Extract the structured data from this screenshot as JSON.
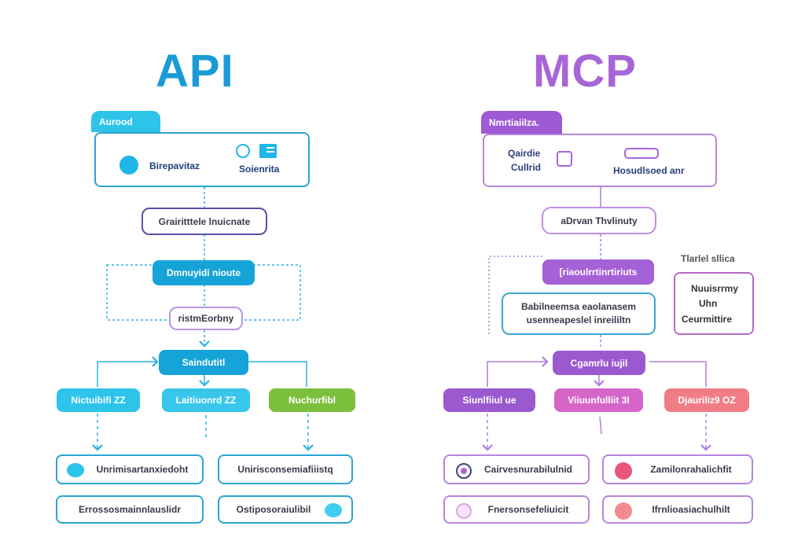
{
  "api": {
    "title": "API",
    "accent": "#1a9bd6",
    "header_tab": "Aurood",
    "panel": {
      "left_label": "Birepavitaz",
      "right_label": "Soienrita"
    },
    "node_1": "Grairitttele lnuicnate",
    "node_2": "Dmnuyidi nioute",
    "node_3": "ristmEorbny",
    "node_4": "Saindutitl",
    "branches": [
      {
        "label": "Nictuibifi ZZ",
        "color": "#2ec4ea"
      },
      {
        "label": "Laitiuonrd ZZ",
        "color": "#38c6ea"
      },
      {
        "label": "Nuchurfibl",
        "color": "#7cbf3c"
      }
    ],
    "outputs": [
      {
        "label": "Unrimisartanxiedoht",
        "has_dot": true
      },
      {
        "label": "Unirisconsemiafiiistq",
        "has_dot": false
      },
      {
        "label": "Errossosmainnlauslidr",
        "has_dot": false
      },
      {
        "label": "Ostiposoraiulibil",
        "has_dot": true
      }
    ]
  },
  "mcp": {
    "title": "MCP",
    "accent": "#a865d8",
    "header_tab": "Nmrtiaiilza.",
    "panel": {
      "left_label_line1": "Qairdie",
      "left_label_line2": "Cullrid",
      "right_label": "Hosudlsoed anr"
    },
    "node_1": "aDrvan Thvlinuty",
    "node_2": "[riaoulrrtinrtiriuts",
    "node_3_line1": "Babilneemsa eaolanasem",
    "node_3_line2": "usenneapeslel inreililtn",
    "side_caption": "Tlarlel sllica",
    "side_box": [
      "Nuuisrrmy",
      "Uhn",
      "Ceurmittire"
    ],
    "node_4": "Cgamrlu iujil",
    "branches": [
      {
        "label": "Siunlfiiul ue",
        "color": "#9b59d0"
      },
      {
        "label": "Viiuunfulliit 3I",
        "color": "#d665c8"
      },
      {
        "label": "Djauriliz9 OZ",
        "color": "#f07d86"
      }
    ],
    "outputs": [
      {
        "label": "Cairvesnurabilulnid",
        "icon_color": "#a865d8"
      },
      {
        "label": "Zamilonrahalichfit",
        "icon_color": "#e9567a"
      },
      {
        "label": "Fnersonsefeliuicit",
        "icon_color": "#f3d6f3"
      },
      {
        "label": "Ifrnlioasiachulhilt",
        "icon_color": "#f48a8e"
      }
    ]
  }
}
